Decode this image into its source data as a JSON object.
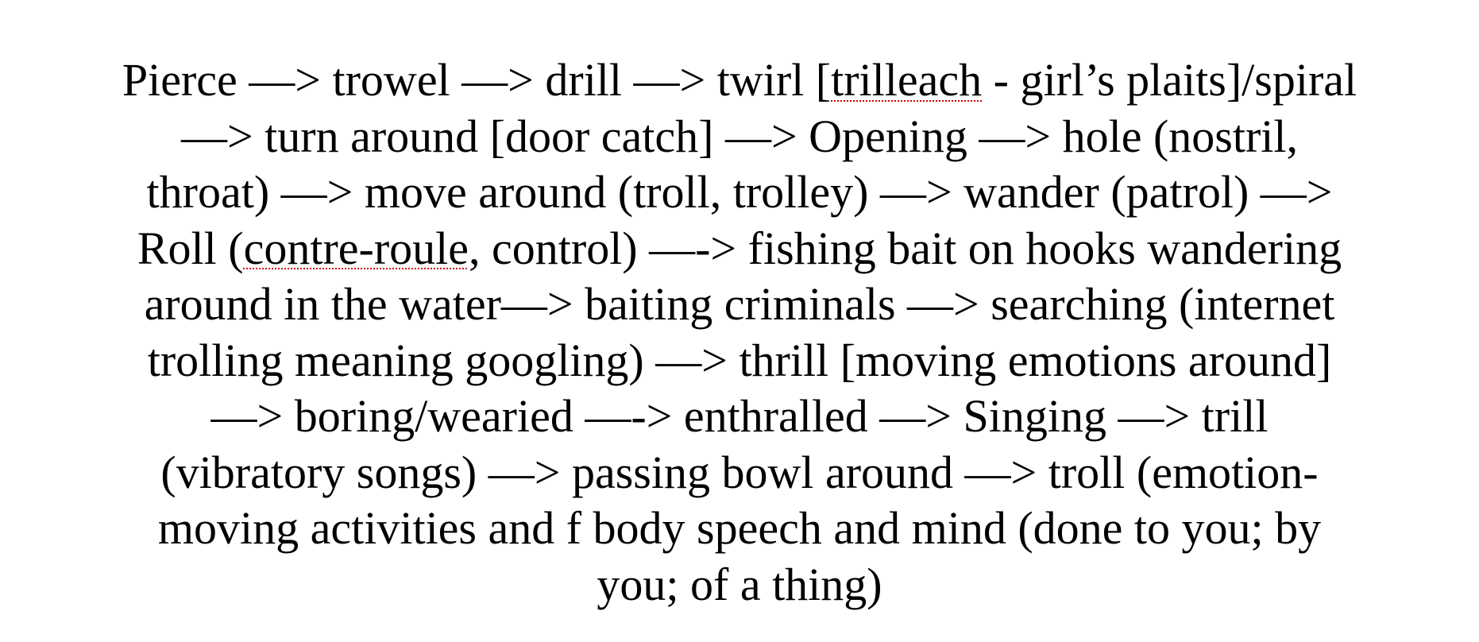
{
  "document": {
    "lines": [
      {
        "pre": "Pierce —> trowel —> drill —> twirl [",
        "flag": "trilleach",
        "post": " - girl’s plaits]/spiral"
      },
      {
        "pre": "—> turn around [door catch] —> Opening —>  hole (nostril,",
        "flag": "",
        "post": ""
      },
      {
        "pre": "throat) —> move around (troll, trolley) —> wander (patrol) —>",
        "flag": "",
        "post": ""
      },
      {
        "pre": "Roll (",
        "flag": "contre-roule",
        "post": ", control) —-> fishing bait on hooks wandering"
      },
      {
        "pre": "around in the water—> baiting criminals —> searching (internet",
        "flag": "",
        "post": ""
      },
      {
        "pre": "trolling meaning googling) —> thrill [moving emotions around]",
        "flag": "",
        "post": ""
      },
      {
        "pre": "—> boring/wearied —-> enthralled —>  Singing —> trill",
        "flag": "",
        "post": ""
      },
      {
        "pre": "(vibratory songs) —> passing bowl around —> troll (emotion-",
        "flag": "",
        "post": ""
      },
      {
        "pre": "moving activities and f body speech and mind (done to you; by",
        "flag": "",
        "post": ""
      },
      {
        "pre": "you; of a thing)",
        "flag": "",
        "post": ""
      }
    ],
    "spellcheck_color": "#d40000",
    "text_color": "#000000"
  }
}
